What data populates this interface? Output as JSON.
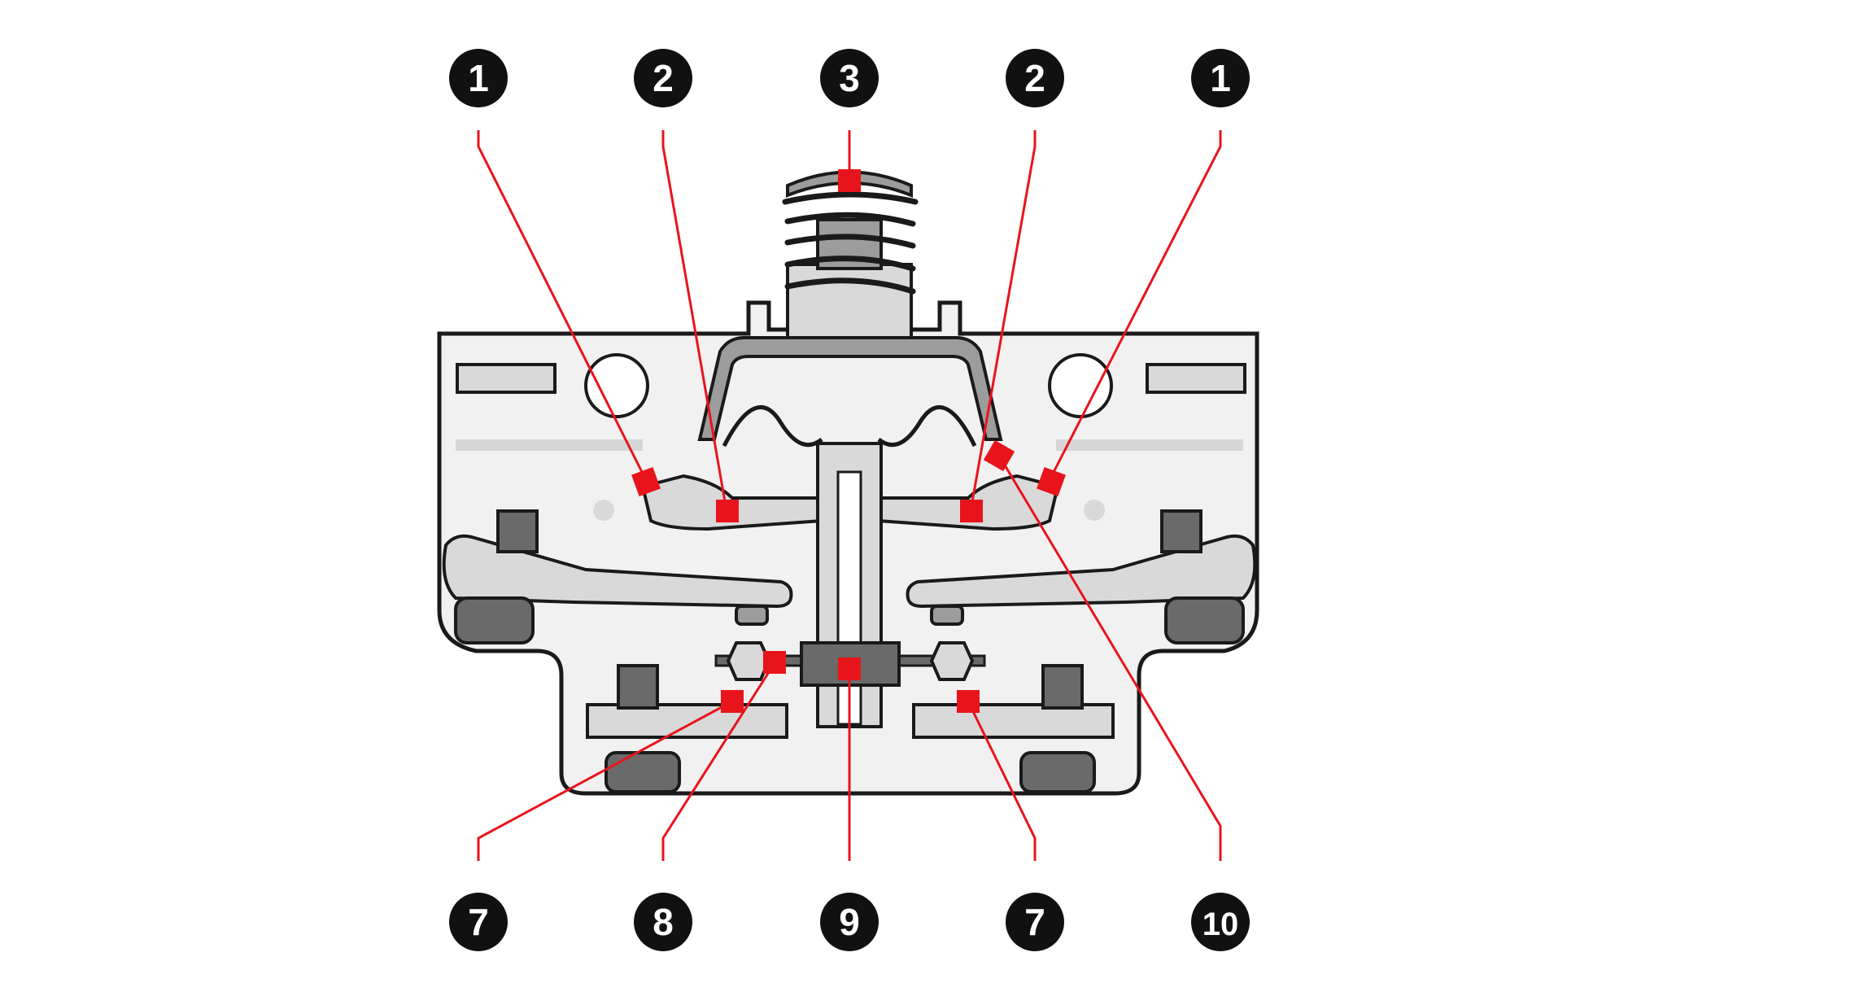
{
  "diagram": {
    "labels": [
      {
        "id": "top-1-left",
        "text": "1"
      },
      {
        "id": "top-2-left",
        "text": "2"
      },
      {
        "id": "top-3",
        "text": "3"
      },
      {
        "id": "top-2-right",
        "text": "2"
      },
      {
        "id": "top-1-right",
        "text": "1"
      },
      {
        "id": "bottom-7-left",
        "text": "7"
      },
      {
        "id": "bottom-8",
        "text": "8"
      },
      {
        "id": "bottom-9",
        "text": "9"
      },
      {
        "id": "bottom-7-right",
        "text": "7"
      },
      {
        "id": "bottom-10",
        "text": "10"
      }
    ],
    "colors": {
      "leader": "#e8141c",
      "badge": "#111111",
      "badge_text": "#ffffff",
      "outline": "#1a1a1a",
      "body_fill": "#f1f1f1"
    }
  }
}
